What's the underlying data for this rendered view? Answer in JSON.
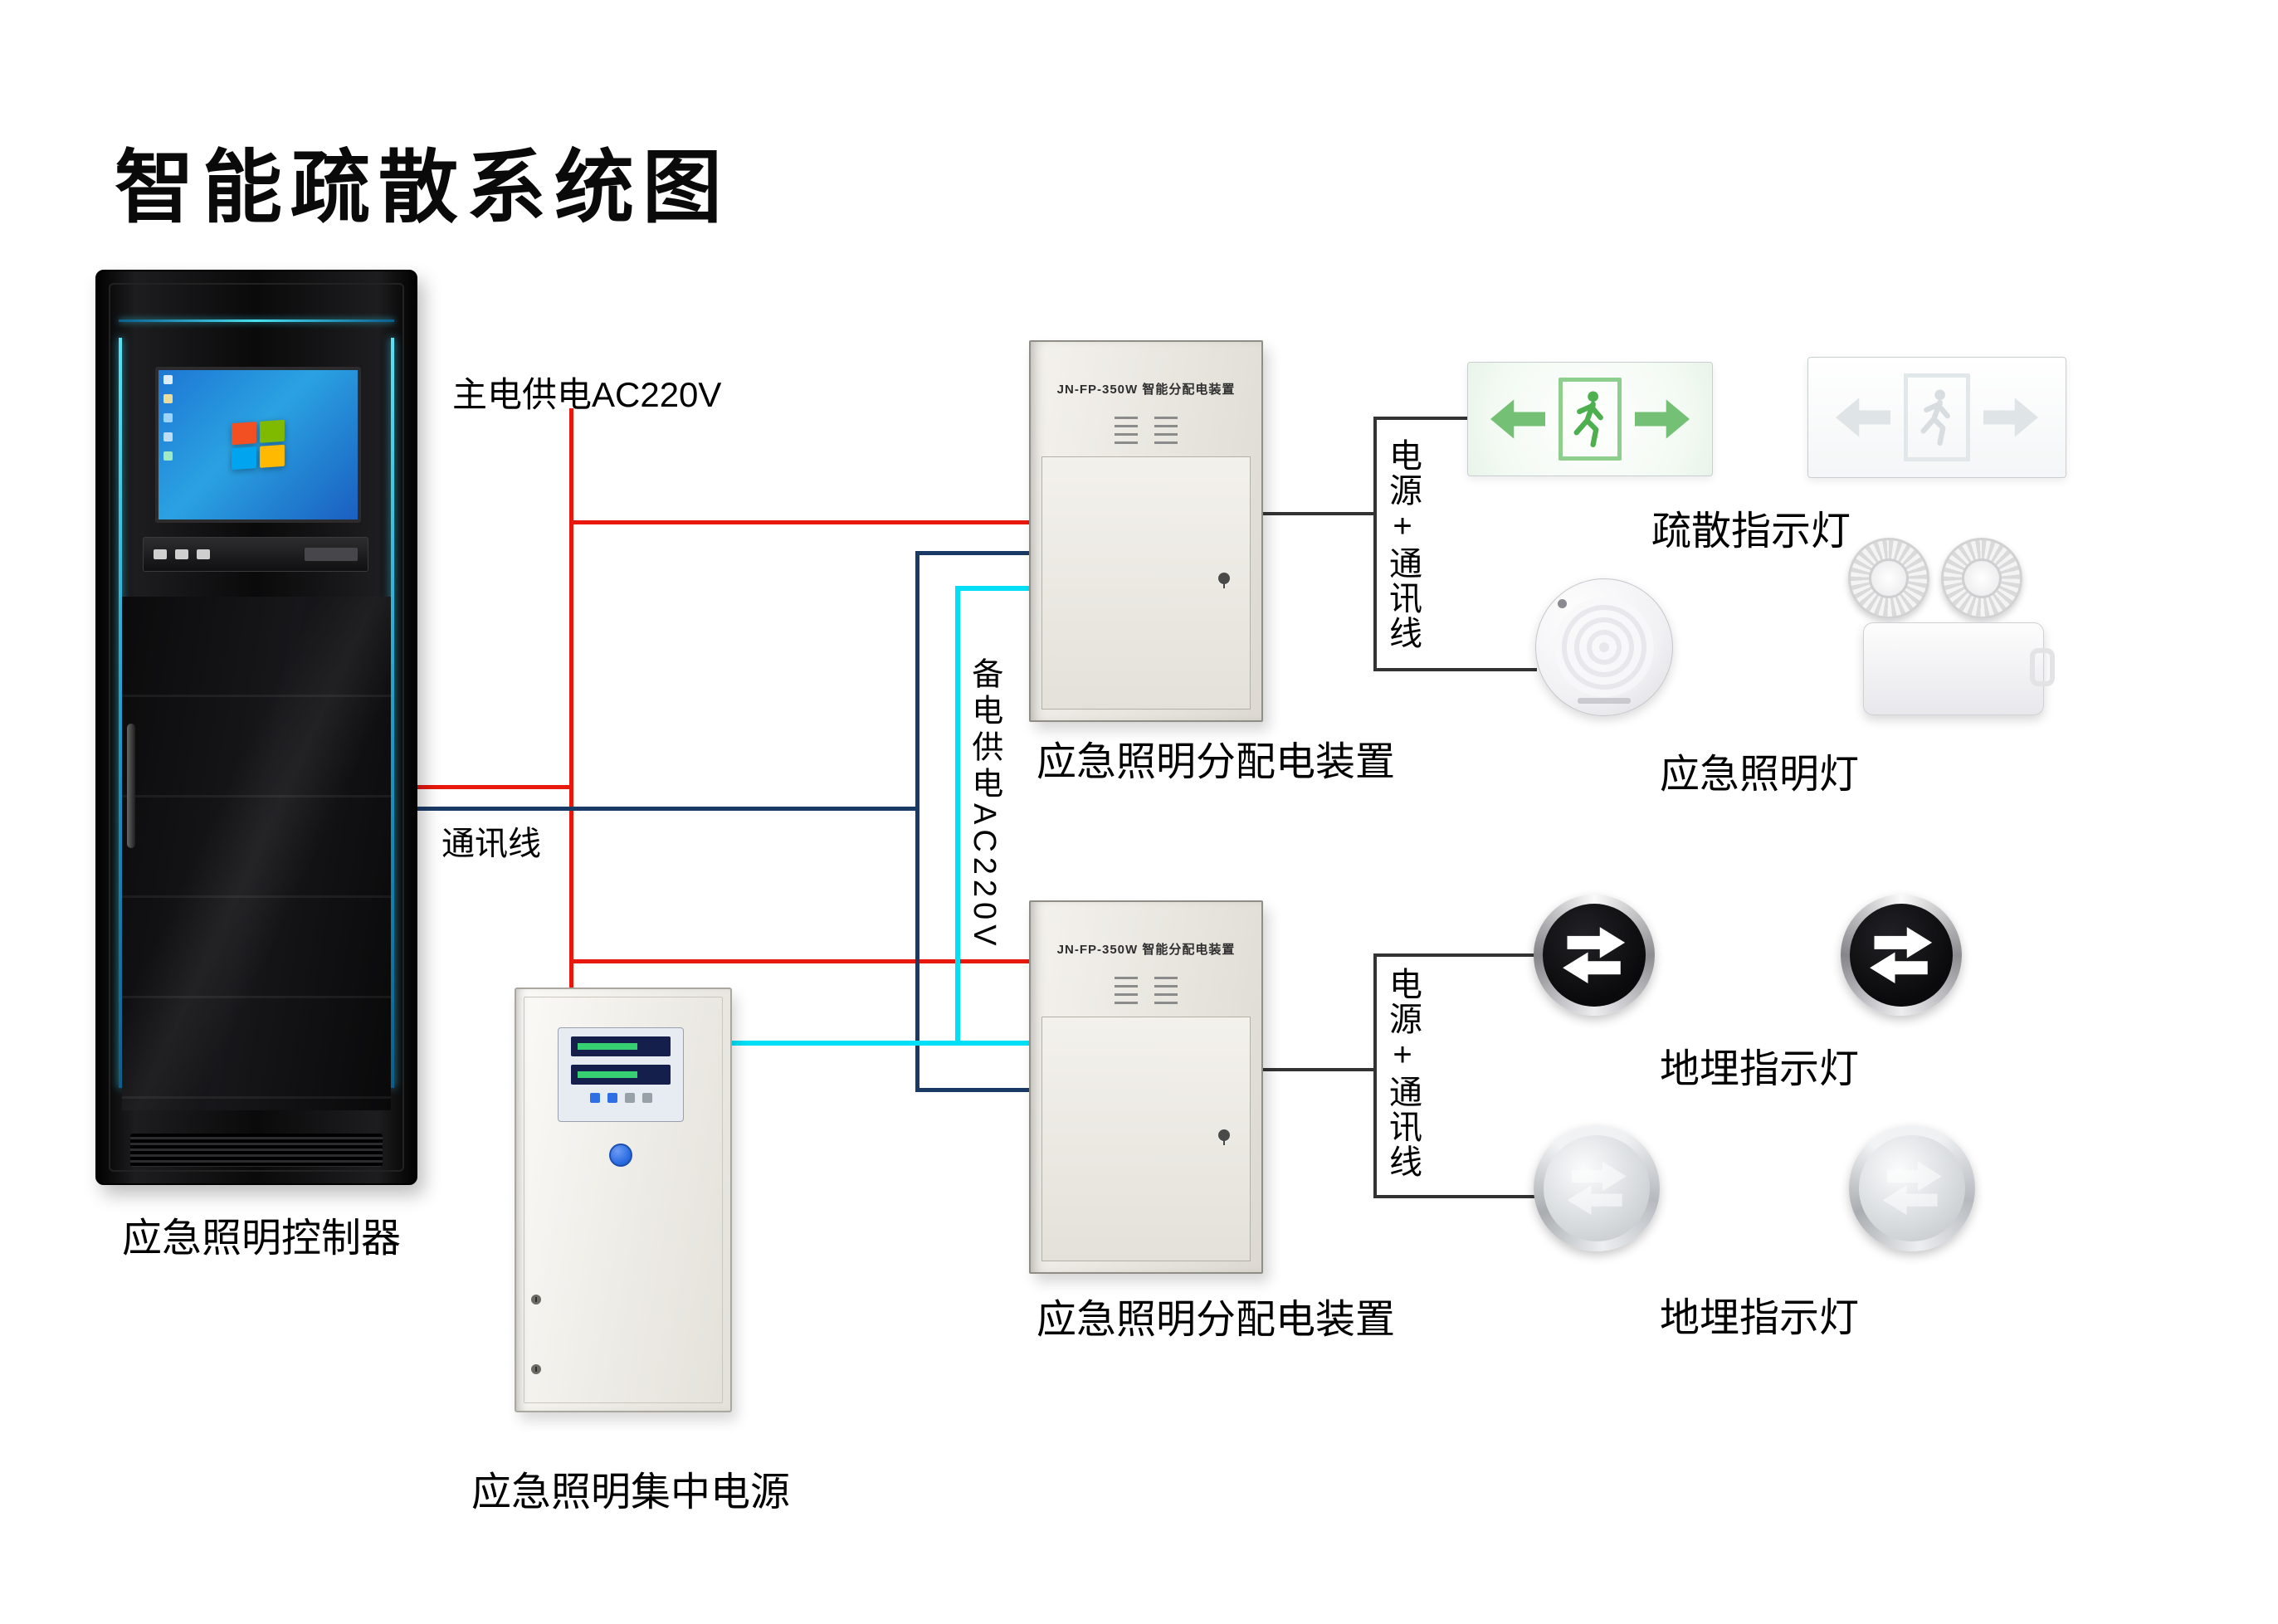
{
  "title": "智能疏散系统图",
  "colors": {
    "power_line": "#e8180c",
    "comm_line": "#1a3a66",
    "backup_line": "#00dff5",
    "bracket_line": "#333333",
    "exit_sign_green": "#5cb85c"
  },
  "labels": {
    "main_power": "主电供电AC220V",
    "comm": "通讯线",
    "backup_power": "备电供电AC220V",
    "power_comm": "电源+通讯线",
    "controller": "应急照明控制器",
    "central_power": "应急照明集中电源",
    "distribution_box": "应急照明分配电装置",
    "exit_sign": "疏散指示灯",
    "emergency_light": "应急照明灯",
    "ground_light": "地埋指示灯"
  },
  "devices": {
    "distribution_box_model": "JN-FP-350W 智能分配电装置"
  }
}
